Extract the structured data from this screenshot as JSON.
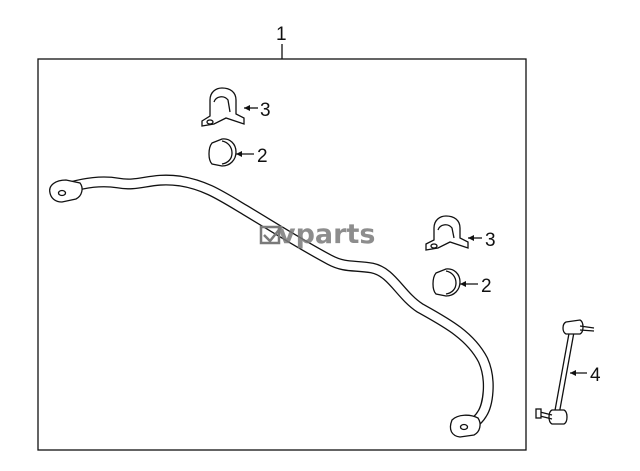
{
  "diagram": {
    "callouts": {
      "assembly": "1",
      "bushing_upper": "2",
      "bracket_upper": "3",
      "bracket_lower": "3",
      "bushing_lower": "2",
      "link": "4"
    },
    "watermark": "vparts",
    "colors": {
      "line": "#111111",
      "background": "#ffffff",
      "watermark": "#7a7a7a"
    }
  }
}
